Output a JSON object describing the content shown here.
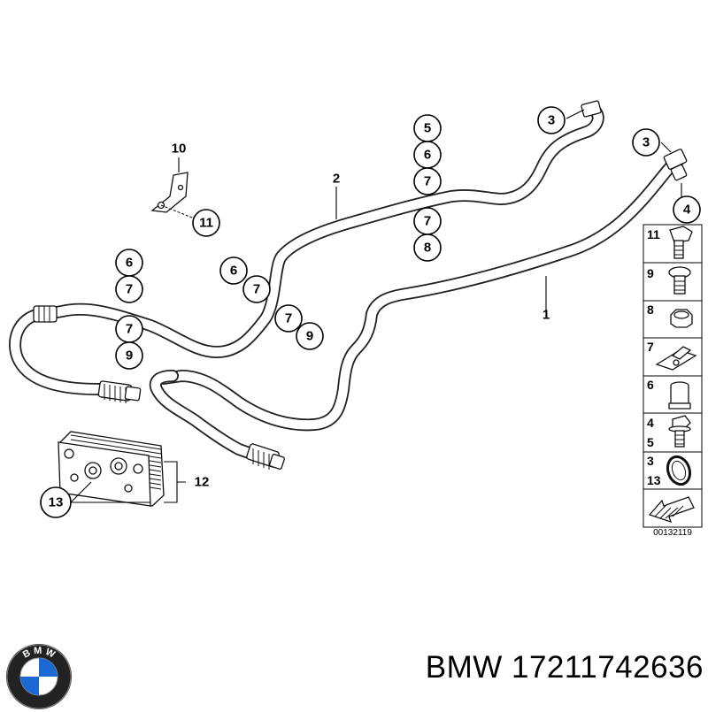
{
  "diagram": {
    "drawing_number": "00132119",
    "callouts": [
      {
        "id": "c3a",
        "label": "3"
      },
      {
        "id": "c3b",
        "label": "3"
      },
      {
        "id": "c4",
        "label": "4"
      },
      {
        "id": "c5",
        "label": "5"
      },
      {
        "id": "c6a",
        "label": "6"
      },
      {
        "id": "c7a",
        "label": "7"
      },
      {
        "id": "c7b",
        "label": "7"
      },
      {
        "id": "c8",
        "label": "8"
      },
      {
        "id": "c11",
        "label": "11"
      },
      {
        "id": "c6b",
        "label": "6"
      },
      {
        "id": "c7c",
        "label": "7"
      },
      {
        "id": "c7d",
        "label": "7"
      },
      {
        "id": "c9a",
        "label": "9"
      },
      {
        "id": "c6c",
        "label": "6"
      },
      {
        "id": "c7e",
        "label": "7"
      },
      {
        "id": "c7f",
        "label": "7"
      },
      {
        "id": "c9b",
        "label": "9"
      },
      {
        "id": "c13",
        "label": "13"
      }
    ],
    "plain_labels": [
      {
        "id": "l10",
        "label": "10"
      },
      {
        "id": "l2",
        "label": "2"
      },
      {
        "id": "l1",
        "label": "1"
      },
      {
        "id": "l12",
        "label": "12"
      }
    ],
    "legend": [
      {
        "labels": [
          "11"
        ],
        "icon": "hex-bolt-icon"
      },
      {
        "labels": [
          "9"
        ],
        "icon": "short-bolt-icon"
      },
      {
        "labels": [
          "8"
        ],
        "icon": "hex-nut-icon"
      },
      {
        "labels": [
          "7"
        ],
        "icon": "clip-nut-icon"
      },
      {
        "labels": [
          "6"
        ],
        "icon": "sleeve-nut-icon"
      },
      {
        "labels": [
          "4",
          "5"
        ],
        "icon": "flange-bolt-icon"
      },
      {
        "labels": [
          "3",
          "13"
        ],
        "icon": "seal-ring-icon"
      },
      {
        "labels": [],
        "icon": "arrow-icon"
      }
    ]
  },
  "brand": {
    "logo_text": "B M W",
    "caption": "BMW 17211742636",
    "colors": {
      "blue": "#1c69d4",
      "ring": "#111111",
      "white": "#ffffff"
    }
  }
}
